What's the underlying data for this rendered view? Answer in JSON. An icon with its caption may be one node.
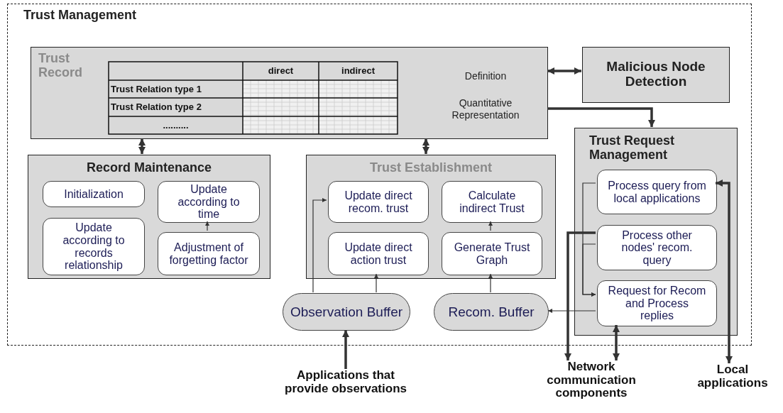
{
  "diagram": {
    "nodes": [
      {
        "text": [
          "Trust Management"
        ]
      },
      {
        "text": [
          "Trust Record",
          "Definition",
          "Quantitative Representation"
        ],
        "in": 0
      },
      {
        "text": [
          "Malicious Node Detection"
        ],
        "in": 0
      },
      {
        "text": [
          "Record Maintenance"
        ],
        "in": 0
      },
      {
        "text": [
          "Initialization"
        ],
        "in": 3
      },
      {
        "text": [
          "Update according to time"
        ],
        "in": 3
      },
      {
        "text": [
          "Update according to records relationship"
        ],
        "in": 3
      },
      {
        "text": [
          "Adjustment of forgetting factor"
        ],
        "in": 3
      },
      {
        "text": [
          "Trust Establishment"
        ],
        "in": 0
      },
      {
        "text": [
          "Update direct recom. trust"
        ],
        "in": 8
      },
      {
        "text": [
          "Calculate indirect Trust"
        ],
        "in": 8
      },
      {
        "text": [
          "Update direct action trust"
        ],
        "in": 8
      },
      {
        "text": [
          "Generate Trust Graph"
        ],
        "in": 8
      },
      {
        "text": [
          "Trust Request Management"
        ],
        "in": 0
      },
      {
        "text": [
          "Process query from local applications"
        ],
        "in": 13
      },
      {
        "text": [
          "Process other nodes' recom. query"
        ],
        "in": 13
      },
      {
        "text": [
          "Request for Recom and Process replies"
        ],
        "in": 13
      },
      {
        "text": [
          "Observation Buffer"
        ],
        "in": 0
      },
      {
        "text": [
          "Recom. Buffer"
        ],
        "in": 0
      },
      {
        "text": [
          "Applications that provide observations"
        ]
      },
      {
        "text": [
          "Network communication components"
        ]
      },
      {
        "text": [
          "Local applications"
        ]
      }
    ],
    "edges": [
      {
        "from": 1,
        "to": 2,
        "arrow": "both",
        "style": "thick"
      },
      {
        "from": 1,
        "to": 13,
        "arrow": "to",
        "style": "thick"
      },
      {
        "from": 1,
        "to": 3,
        "arrow": "both",
        "style": "thick"
      },
      {
        "from": 1,
        "to": 8,
        "arrow": "both",
        "style": "thick"
      },
      {
        "from": 7,
        "to": 5,
        "arrow": "to"
      },
      {
        "from": 12,
        "to": 10,
        "arrow": "to"
      },
      {
        "from": 17,
        "to": 9,
        "arrow": "to"
      },
      {
        "from": 17,
        "to": 11,
        "arrow": "to"
      },
      {
        "from": 18,
        "to": 12,
        "arrow": "to"
      },
      {
        "from": 14,
        "to": 16,
        "arrow": "to"
      },
      {
        "from": 15,
        "to": 16,
        "arrow": "to"
      },
      {
        "from": 16,
        "to": 18,
        "arrow": "to"
      },
      {
        "from": 15,
        "to": 20,
        "arrow": "to",
        "style": "thick"
      },
      {
        "from": 16,
        "to": 20,
        "arrow": "both",
        "style": "thick"
      },
      {
        "from": 14,
        "to": 21,
        "arrow": "both",
        "style": "thick"
      },
      {
        "from": 19,
        "to": 17,
        "arrow": "to",
        "style": "thick"
      }
    ],
    "labels": [
      "direct",
      "indirect",
      "Trust Relation type 1",
      "Trust Relation type 2",
      ".........."
    ]
  }
}
